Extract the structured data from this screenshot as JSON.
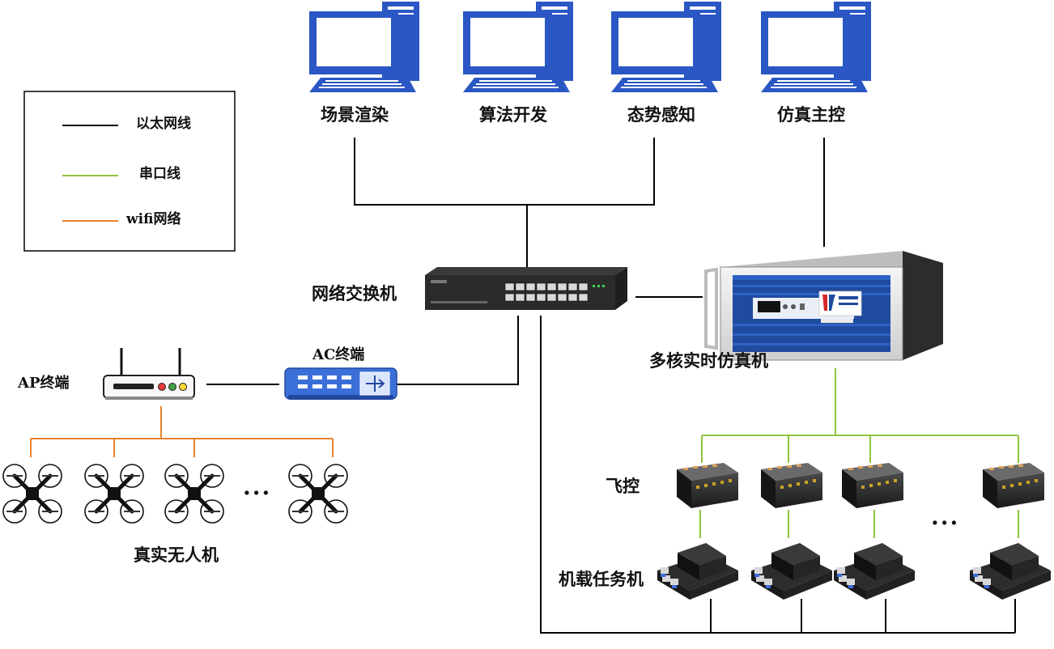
{
  "legend": {
    "items": [
      {
        "label": "以太网线",
        "color": "#000000"
      },
      {
        "label": "串口线",
        "color": "#8cc63f"
      },
      {
        "label": "wifi网络",
        "color": "#e8822a"
      }
    ]
  },
  "computers": [
    {
      "label": "场景渲染"
    },
    {
      "label": "算法开发"
    },
    {
      "label": "态势感知"
    },
    {
      "label": "仿真主控"
    }
  ],
  "switch": {
    "label": "网络交换机"
  },
  "simulator": {
    "label": "多核实时仿真机"
  },
  "ac_terminal": {
    "label": "AC终端"
  },
  "ap_terminal": {
    "label": "AP终端"
  },
  "drones": {
    "label": "真实无人机",
    "ellipsis": "..."
  },
  "flight_controller": {
    "label": "飞控",
    "ellipsis": "..."
  },
  "onboard_computer": {
    "label": "机载任务机"
  },
  "colors": {
    "ethernet": "#000000",
    "serial": "#8cc63f",
    "wifi": "#e8822a",
    "monitor": "#2a57c4",
    "screen": "#ffffff"
  }
}
